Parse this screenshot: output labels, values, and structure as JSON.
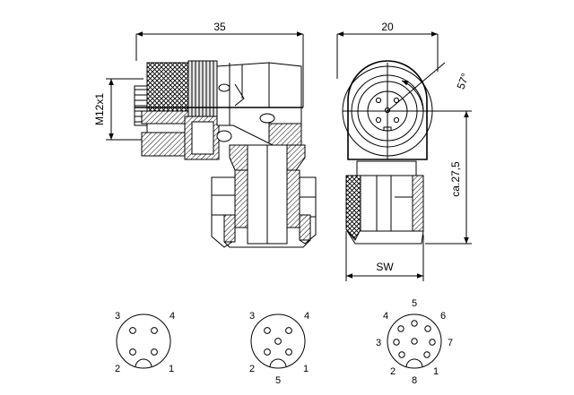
{
  "dimensions": {
    "side_width": "35",
    "front_width": "20",
    "thread": "M12x1",
    "angle": "57°",
    "height": "ca.27,5",
    "wrench": "SW"
  },
  "pinouts": [
    {
      "name": "4-pin",
      "pins": [
        "1",
        "2",
        "3",
        "4"
      ]
    },
    {
      "name": "5-pin",
      "pins": [
        "1",
        "2",
        "3",
        "4",
        "5"
      ]
    },
    {
      "name": "8-pin",
      "pins": [
        "1",
        "2",
        "3",
        "4",
        "5",
        "6",
        "7",
        "8"
      ]
    }
  ]
}
